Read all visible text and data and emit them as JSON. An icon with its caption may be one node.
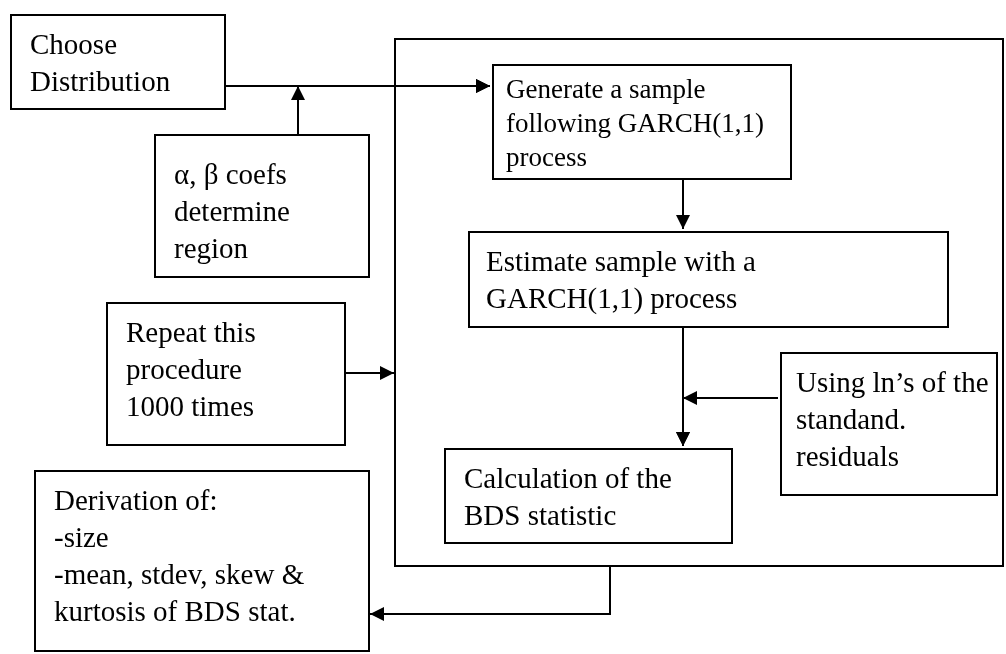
{
  "diagram": {
    "nodes": [
      {
        "text": [
          "Choose Distribution"
        ]
      },
      {
        "text": [],
        "shape": "box"
      },
      {
        "text": [
          "Generate a sample following GARCH(1,1) process"
        ],
        "in": 1
      },
      {
        "text": [
          "α, β coefs determine region"
        ]
      },
      {
        "text": [
          "Estimate sample with a GARCH(1,1) process"
        ],
        "in": 1
      },
      {
        "text": [
          "Repeat this procedure 1000 times"
        ]
      },
      {
        "text": [
          "Using ln’s of the standand. residuals"
        ],
        "in": 1
      },
      {
        "text": [
          "Calculation of the BDS statistic"
        ],
        "in": 1
      },
      {
        "text": [
          "Derivation of: -size -mean, stdev, skew & kurtosis of BDS stat."
        ]
      }
    ],
    "edges": [
      {
        "from": 0,
        "to": 2,
        "arrow": "to"
      },
      {
        "from": 3,
        "to": 2,
        "arrow": "to"
      },
      {
        "from": 2,
        "to": 4,
        "arrow": "to"
      },
      {
        "from": 5,
        "to": 1,
        "arrow": "to"
      },
      {
        "from": 4,
        "to": 7,
        "arrow": "to"
      },
      {
        "from": 6,
        "to": 7,
        "arrow": "to"
      },
      {
        "from": 1,
        "to": 8,
        "arrow": "to"
      }
    ]
  }
}
